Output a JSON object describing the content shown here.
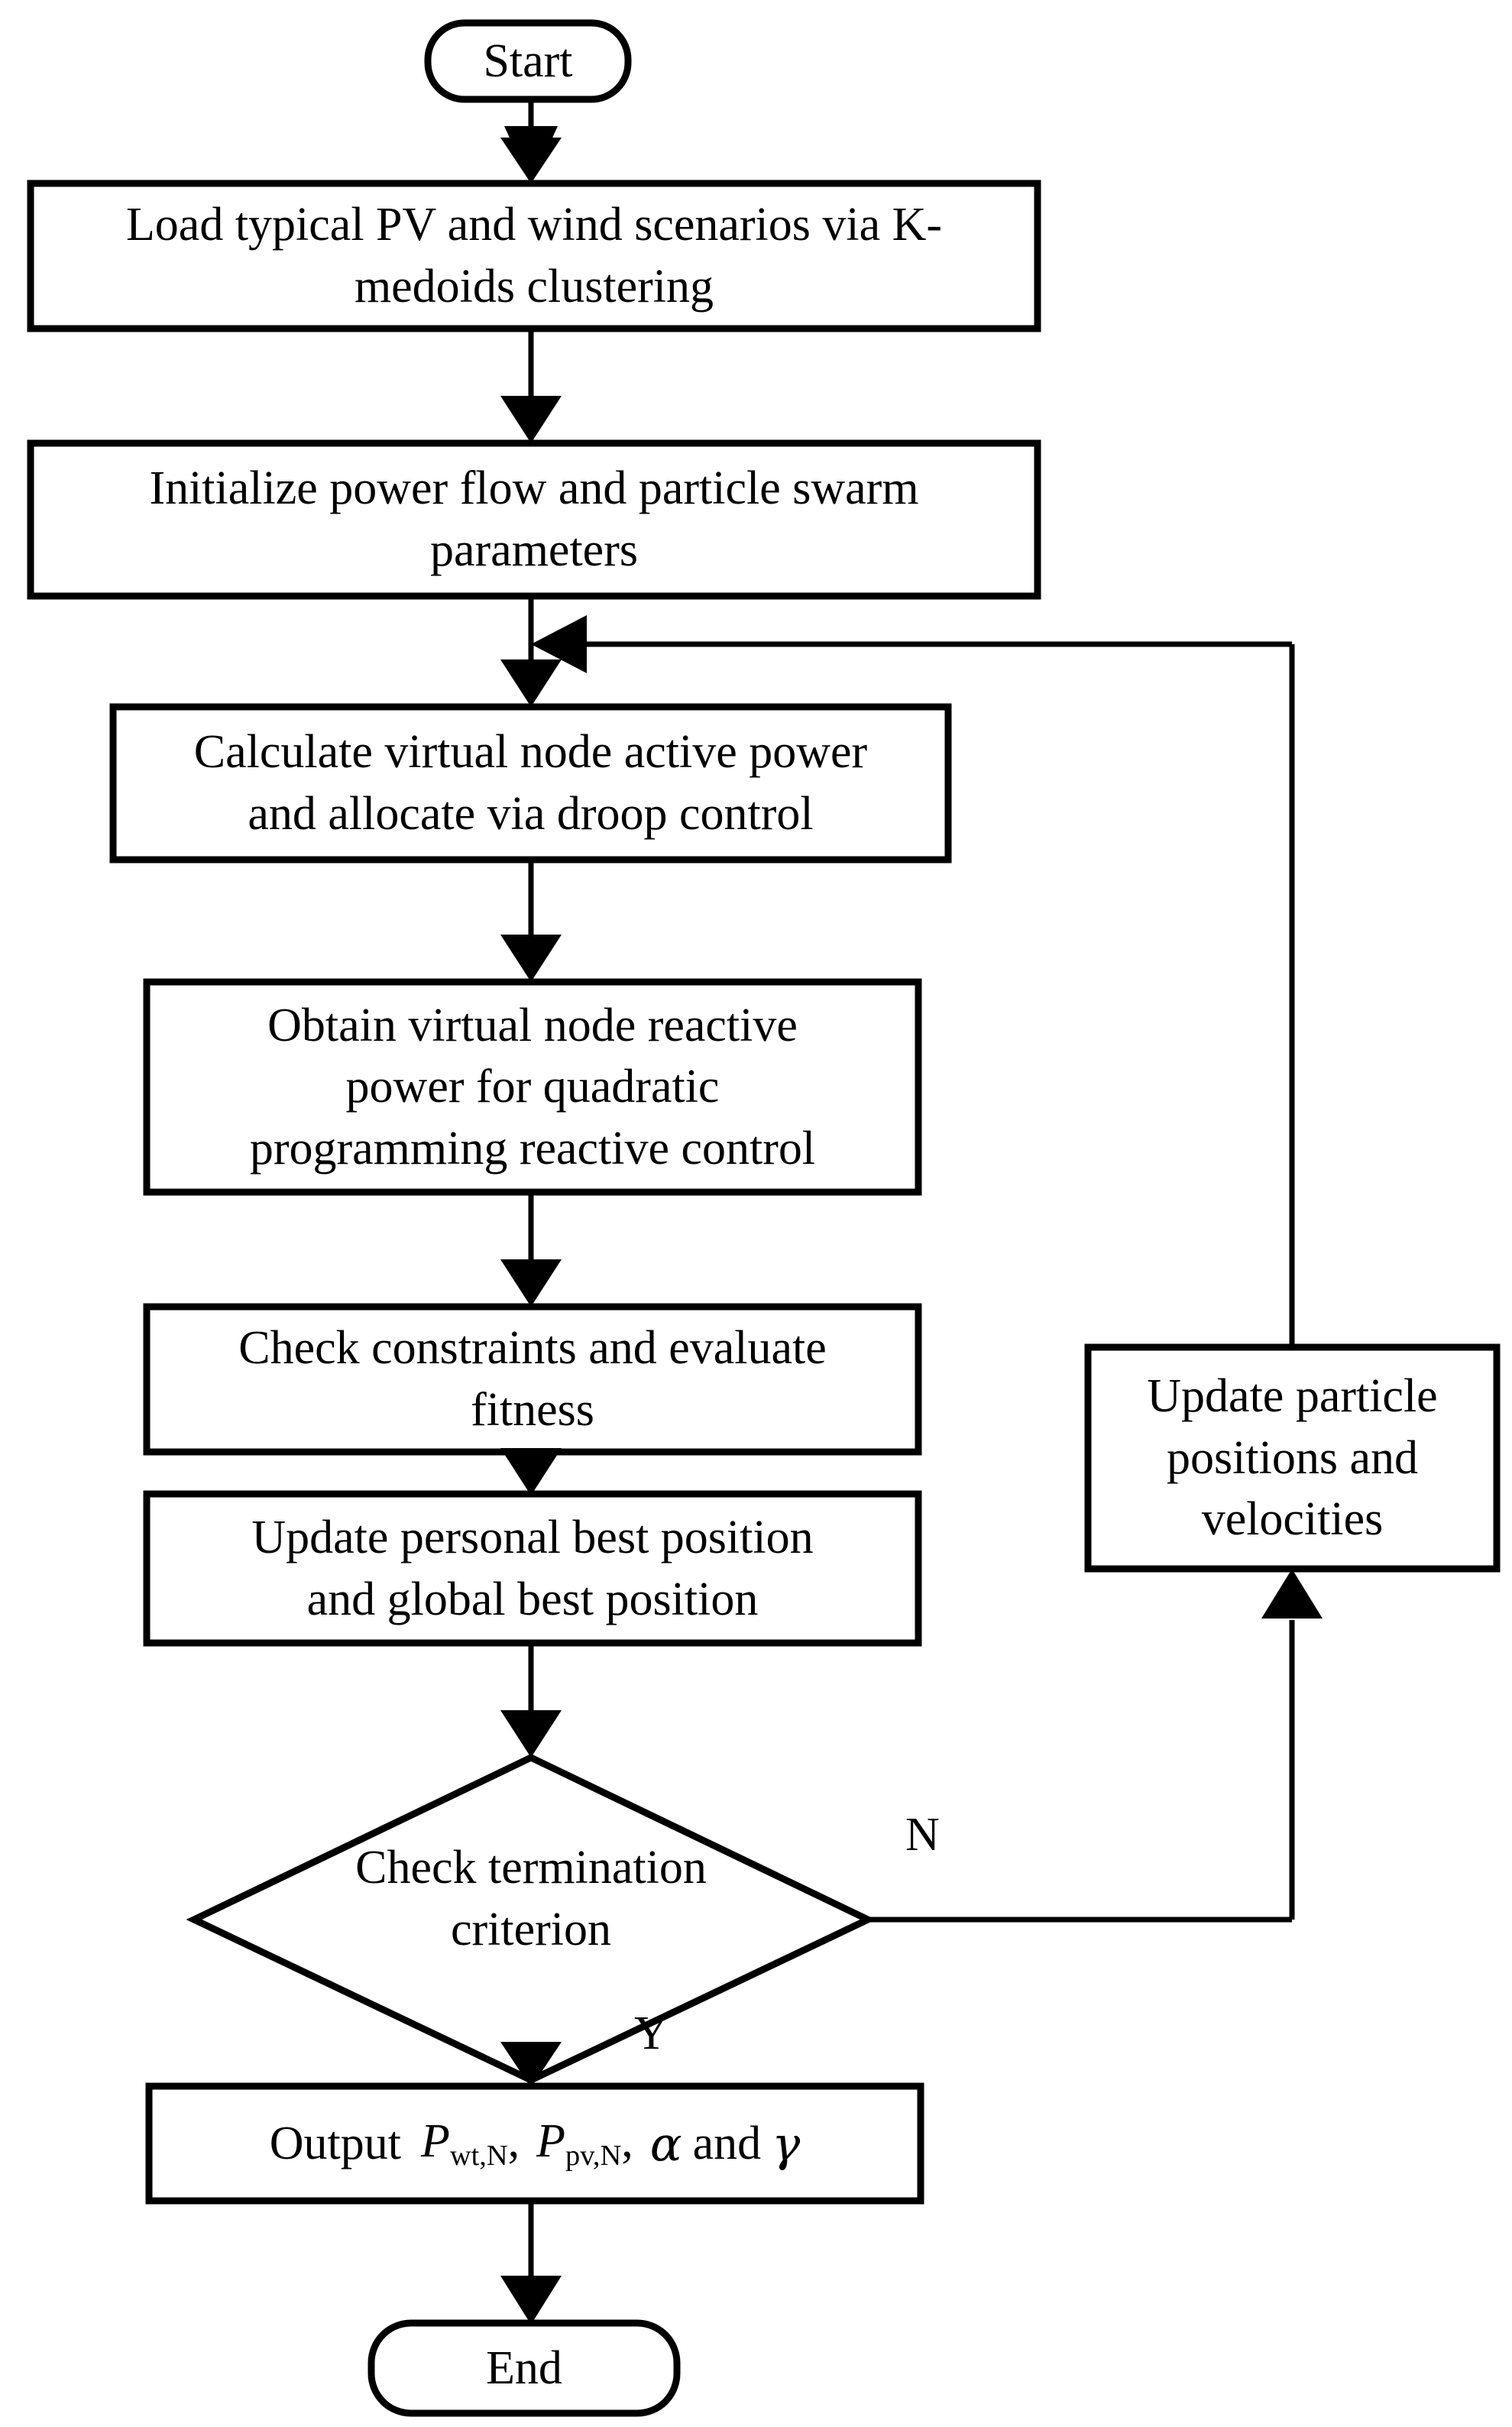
{
  "diagram": {
    "type": "flowchart",
    "title": "Particle swarm optimization flowchart for virtual node power allocation",
    "orientation": "top-to-bottom",
    "stroke_color": "#000000",
    "fill_color": "#ffffff",
    "background": "#ffffff"
  },
  "nodes": {
    "start": {
      "id": "start",
      "shape": "terminator",
      "label": "Start"
    },
    "load_scenarios": {
      "id": "load_scenarios",
      "shape": "process",
      "label": "Load typical PV and wind scenarios via K-\nmedoids clustering"
    },
    "initialize": {
      "id": "initialize",
      "shape": "process",
      "label": "Initialize power flow and particle swarm\nparameters"
    },
    "calc_active": {
      "id": "calc_active",
      "shape": "process",
      "label": "Calculate virtual node active power\nand allocate via droop control"
    },
    "obtain_reactive": {
      "id": "obtain_reactive",
      "shape": "process",
      "label": "Obtain virtual node reactive\npower for quadratic\nprogramming reactive control"
    },
    "check_constraints": {
      "id": "check_constraints",
      "shape": "process",
      "label": "Check constraints and evaluate\nfitness"
    },
    "update_best": {
      "id": "update_best",
      "shape": "process",
      "label": "Update personal best position\nand global best position"
    },
    "update_particles": {
      "id": "update_particles",
      "shape": "process",
      "label": "Update particle\npositions and\nvelocities"
    },
    "termination": {
      "id": "termination",
      "shape": "decision",
      "label": "Check termination\ncriterion"
    },
    "output": {
      "id": "output",
      "shape": "process",
      "label_prefix": "Output",
      "symbols": [
        {
          "base": "P",
          "sub": "wt,N",
          "sep": ","
        },
        {
          "base": "P",
          "sub": "pv,N",
          "sep": ","
        },
        {
          "base": "α",
          "sub": "",
          "sep": ""
        }
      ],
      "conjunction": "and",
      "last_symbol": "γ",
      "label_plain": "Output  P wt,N ,  P pv,N ,  α and γ"
    },
    "end": {
      "id": "end",
      "shape": "terminator",
      "label": "End"
    }
  },
  "edge_labels": {
    "no": "N",
    "yes": "Y"
  },
  "edges": [
    {
      "from": "start",
      "to": "load_scenarios",
      "label": ""
    },
    {
      "from": "load_scenarios",
      "to": "initialize",
      "label": ""
    },
    {
      "from": "initialize",
      "to": "calc_active",
      "label": ""
    },
    {
      "from": "calc_active",
      "to": "obtain_reactive",
      "label": ""
    },
    {
      "from": "obtain_reactive",
      "to": "check_constraints",
      "label": ""
    },
    {
      "from": "check_constraints",
      "to": "update_best",
      "label": ""
    },
    {
      "from": "update_best",
      "to": "termination",
      "label": ""
    },
    {
      "from": "termination",
      "to": "update_particles",
      "label": "N"
    },
    {
      "from": "update_particles",
      "to": "calc_active",
      "label": ""
    },
    {
      "from": "termination",
      "to": "output",
      "label": "Y"
    },
    {
      "from": "output",
      "to": "end",
      "label": ""
    }
  ]
}
